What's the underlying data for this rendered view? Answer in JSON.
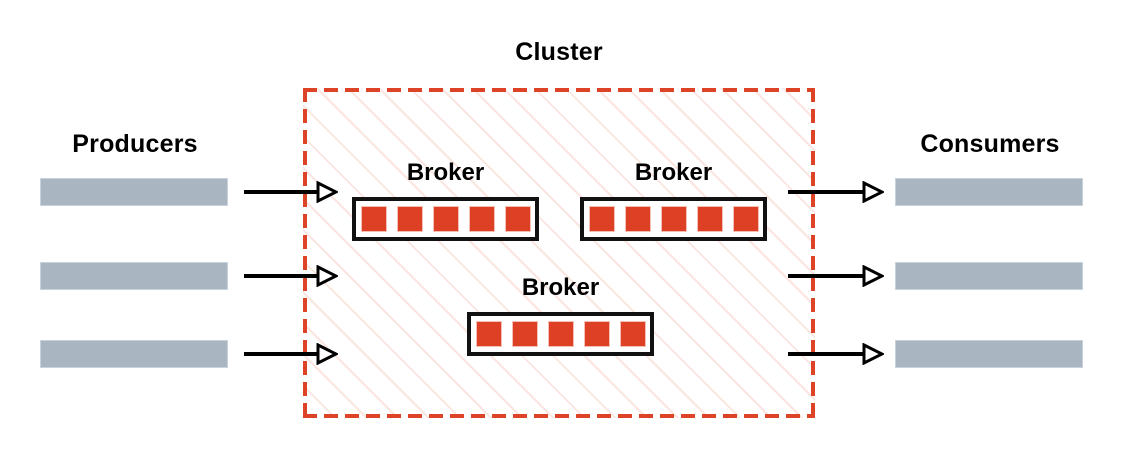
{
  "diagram": {
    "title": "Kafka cluster data flow diagram",
    "background": "#ffffff",
    "colors": {
      "cluster_border": "#dd4326",
      "cluster_hatch": "#f7ccc3",
      "partition": "#de4026",
      "client_bar": "#a9b6c2",
      "arrow": "#000000",
      "broker_border": "#111111",
      "text": "#000000"
    }
  },
  "labels": {
    "producers": "Producers",
    "consumers": "Consumers",
    "cluster": "Cluster"
  },
  "producers": {
    "heading": "Producers",
    "bars": [
      {
        "id": "producer-1"
      },
      {
        "id": "producer-2"
      },
      {
        "id": "producer-3"
      }
    ]
  },
  "consumers": {
    "heading": "Consumers",
    "bars": [
      {
        "id": "consumer-1"
      },
      {
        "id": "consumer-2"
      },
      {
        "id": "consumer-3"
      }
    ]
  },
  "cluster": {
    "heading": "Cluster",
    "brokers": [
      {
        "id": "broker-1",
        "label": "Broker",
        "partitions": 5
      },
      {
        "id": "broker-2",
        "label": "Broker",
        "partitions": 5
      },
      {
        "id": "broker-3",
        "label": "Broker",
        "partitions": 5
      }
    ]
  },
  "arrows": {
    "inbound": [
      {
        "id": "producer-arrow-1",
        "direction": "right"
      },
      {
        "id": "producer-arrow-2",
        "direction": "right"
      },
      {
        "id": "producer-arrow-3",
        "direction": "right"
      }
    ],
    "outbound": [
      {
        "id": "consumer-arrow-1",
        "direction": "right"
      },
      {
        "id": "consumer-arrow-2",
        "direction": "right"
      },
      {
        "id": "consumer-arrow-3",
        "direction": "right"
      }
    ]
  }
}
